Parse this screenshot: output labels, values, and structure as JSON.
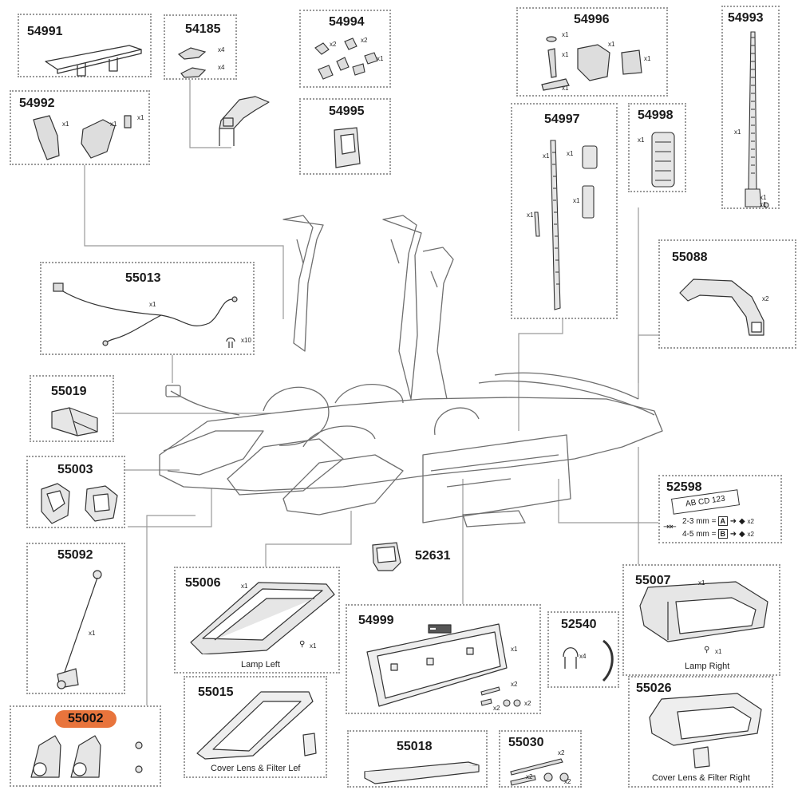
{
  "parts": {
    "p54991": {
      "number": "54991"
    },
    "p54185": {
      "number": "54185",
      "qty_a": "x4",
      "qty_b": "x4"
    },
    "p54994": {
      "number": "54994",
      "qty_a": "x2",
      "qty_b": "x2",
      "qty_c": "x1"
    },
    "p54996": {
      "number": "54996",
      "qty_a": "x1",
      "qty_b": "x1",
      "qty_c": "x1",
      "qty_d": "x1",
      "qty_e": "x1"
    },
    "p54993": {
      "number": "54993",
      "qty_a": "x1",
      "qty_b": "x1",
      "qty_c": "x1"
    },
    "p54992": {
      "number": "54992",
      "qty_a": "x1",
      "qty_b": "x1",
      "qty_c": "x1"
    },
    "p54995": {
      "number": "54995"
    },
    "p54997": {
      "number": "54997",
      "qty_a": "x1",
      "qty_b": "x1",
      "qty_c": "x1",
      "qty_d": "x1"
    },
    "p54998": {
      "number": "54998",
      "qty_a": "x1"
    },
    "p55013": {
      "number": "55013",
      "qty_a": "x1",
      "qty_b": "x10"
    },
    "p55088": {
      "number": "55088",
      "qty_a": "x2"
    },
    "p55019": {
      "number": "55019"
    },
    "p55003": {
      "number": "55003"
    },
    "p52598": {
      "number": "52598",
      "plate_text": "AB CD 123",
      "row1_text": "2-3 mm =",
      "row1_key": "A",
      "row1_qty": "x2",
      "row2_text": "4-5 mm =",
      "row2_key": "B",
      "row2_qty": "x2"
    },
    "p52631": {
      "number": "52631"
    },
    "p55092": {
      "number": "55092",
      "qty_a": "x1"
    },
    "p55006": {
      "number": "55006",
      "qty_a": "x1",
      "qty_b": "x1",
      "caption": "Lamp Left"
    },
    "p55015": {
      "number": "55015",
      "caption": "Cover Lens & Filter Lef"
    },
    "p54999": {
      "number": "54999",
      "qty_a": "x1",
      "qty_b": "x2",
      "qty_c": "x2",
      "qty_d": "x2"
    },
    "p52540": {
      "number": "52540",
      "qty_a": "x4"
    },
    "p55007": {
      "number": "55007",
      "qty_a": "x1",
      "qty_b": "x1",
      "caption": "Lamp Right"
    },
    "p55026": {
      "number": "55026",
      "caption": "Cover Lens & Filter Right"
    },
    "p55002": {
      "number": "55002",
      "highlight_color": "#e8743c"
    },
    "p55018": {
      "number": "55018"
    },
    "p55030": {
      "number": "55030",
      "qty_a": "x2",
      "qty_b": "x2",
      "qty_c": "x2"
    }
  },
  "colors": {
    "box_border": "#9a9a9a",
    "line": "#9a9a9a",
    "ink": "#333333",
    "highlight": "#e8743c"
  },
  "icons": {
    "plate_logo": "thule-logo"
  }
}
